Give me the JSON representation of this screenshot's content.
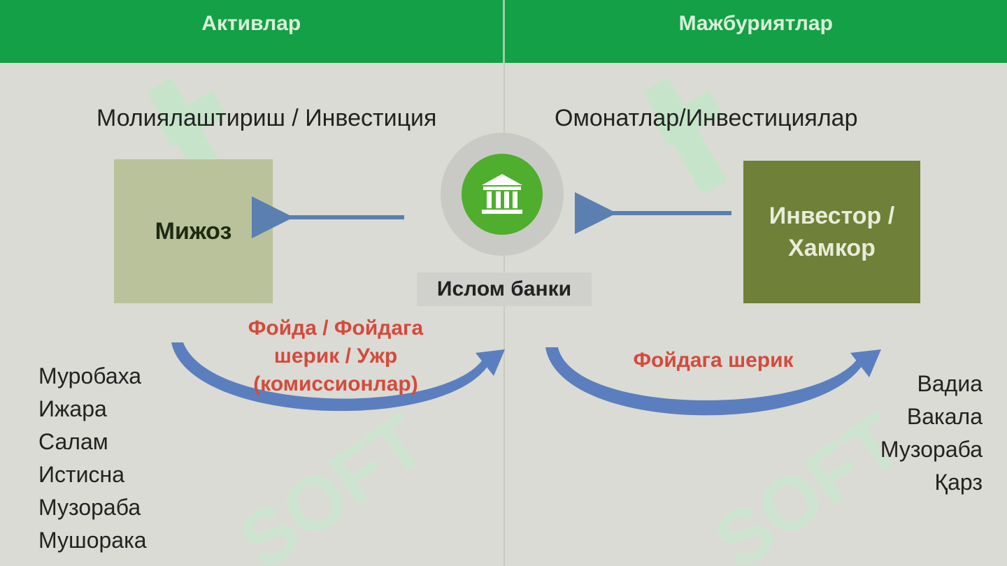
{
  "header": {
    "left_title": "Активлар",
    "right_title": "Мажбуриятлар"
  },
  "watermark": {
    "text": "SOFT"
  },
  "assets": {
    "subtitle": "Молиялаштириш / Инвестиция",
    "client_box": "Мижоз",
    "return_label": [
      "Фойда / Фойдага",
      "шерик / Ужр",
      "(комиссионлар)"
    ],
    "products": [
      "Муробаха",
      "Ижара",
      "Салам",
      "Истисна",
      "Музораба",
      "Мушорака"
    ]
  },
  "bank": {
    "icon": "bank-building-icon",
    "label": "Ислом банки"
  },
  "liabilities": {
    "subtitle": "Омонатлар/Инвестициялар",
    "investor_box": [
      "Инвестор /",
      "Хамкор"
    ],
    "return_label": "Фойдага шерик",
    "products": [
      "Вадиа",
      "Вакала",
      "Музораба",
      "Қарз"
    ]
  },
  "colors": {
    "header": "#13a046",
    "client_box": "#b9c29a",
    "investor_box": "#6f8038",
    "bank_circle": "#4fae2d",
    "return_text": "#d44a3c",
    "arrow": "#5a7fb0"
  }
}
